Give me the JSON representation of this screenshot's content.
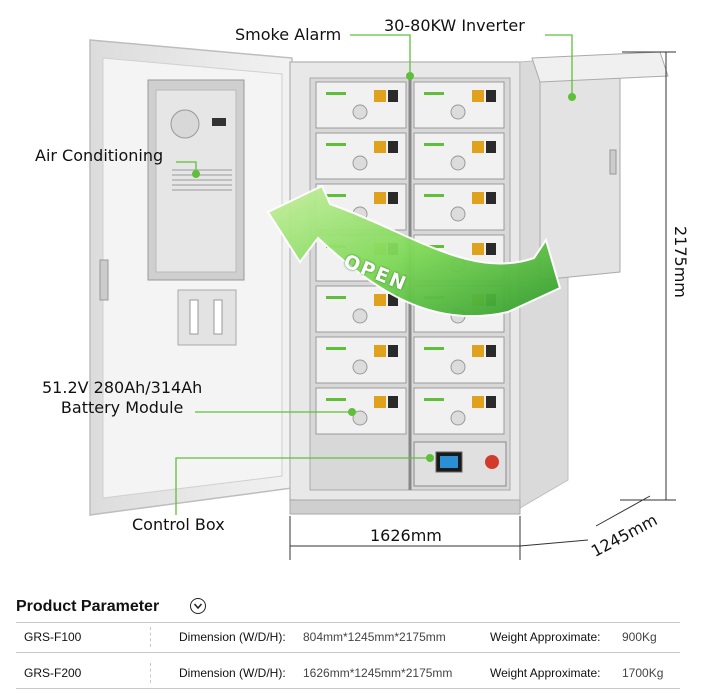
{
  "labels": {
    "smoke_alarm": "Smoke Alarm",
    "inverter": "30-80KW Inverter",
    "air_conditioning": "Air Conditioning",
    "battery_line1": "51.2V 280Ah/314Ah",
    "battery_line2": "Battery Module",
    "control_box": "Control Box",
    "open_arrow": "OPEN"
  },
  "dimensions": {
    "width": "1626mm",
    "height": "2175mm",
    "depth": "1245mm"
  },
  "product_parameter": {
    "title": "Product Parameter",
    "rows": [
      {
        "model": "GRS-F100",
        "dimension_label": "Dimension (W/D/H):",
        "dimension_value": "804mm*1245mm*2175mm",
        "weight_label": "Weight Approximate:",
        "weight_value": "900Kg"
      },
      {
        "model": "GRS-F200",
        "dimension_label": "Dimension (W/D/H):",
        "dimension_value": "1626mm*1245mm*2175mm",
        "weight_label": "Weight Approximate:",
        "weight_value": "1700Kg"
      }
    ]
  },
  "colors": {
    "accent_green": "#5fbf3a",
    "cabinet": "#e9e9e9",
    "frame": "#cfcfcf"
  }
}
